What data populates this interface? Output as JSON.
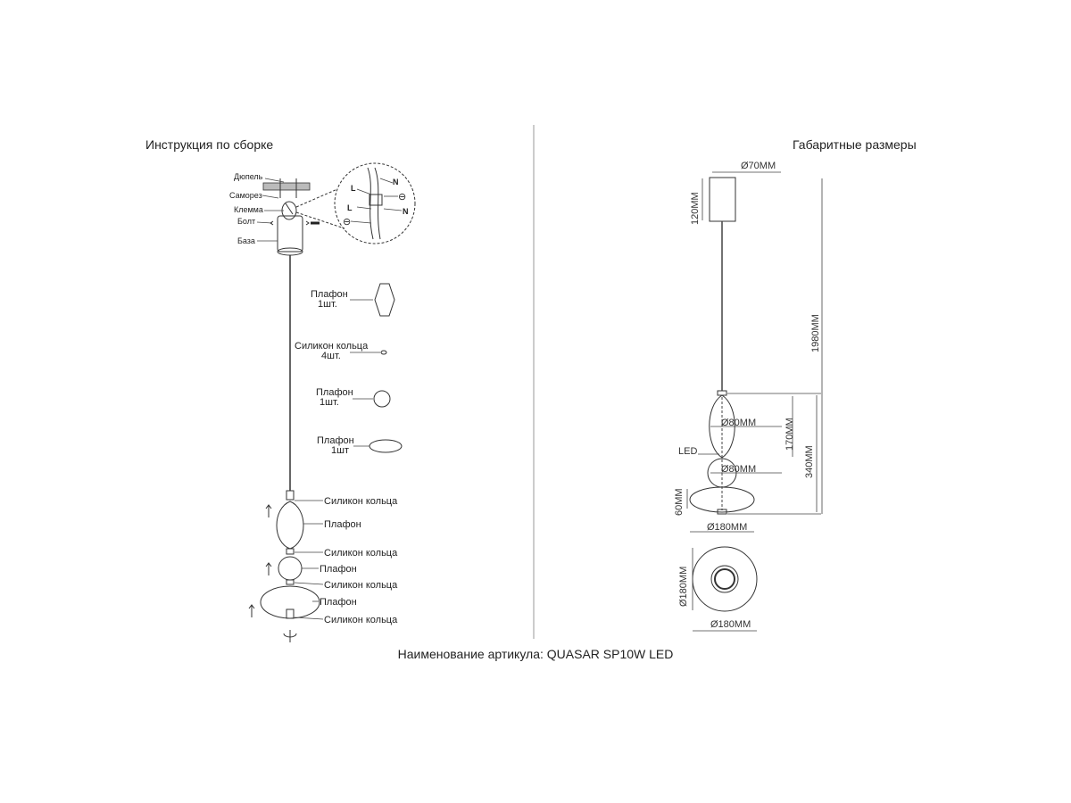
{
  "left": {
    "title": "Инструкция по сборке",
    "mount_labels": [
      "Дюпель",
      "Саморез",
      "Клемма",
      "Болт",
      "База"
    ],
    "wire_labels": {
      "n": "N",
      "l": "L",
      "ground": "⊖"
    },
    "parts": [
      {
        "name": "Плафон",
        "qty": "1шт."
      },
      {
        "name": "Силикон кольца",
        "qty": "4шт."
      },
      {
        "name": "Плафон",
        "qty": "1шт."
      },
      {
        "name": "Плафон",
        "qty": "1шт"
      }
    ],
    "assembly_labels": [
      "Силикон кольца",
      "Плафон",
      "Силикон кольца",
      "Плафон",
      "Силикон кольца",
      "Плафон",
      "Силикон кольца"
    ]
  },
  "right": {
    "title": "Габаритные размеры",
    "dims": {
      "base_diameter": "Ø70MM",
      "base_height": "120MM",
      "total_height": "1980MM",
      "shade1_diameter": "Ø80MM",
      "shade1_height": "170MM",
      "led": "LED",
      "body_height": "340MM",
      "shade2_diameter": "Ø80MM",
      "disc_height": "60MM",
      "disc_diameter": "Ø180MM",
      "top_view_diameter_v": "Ø180MM",
      "top_view_diameter_h": "Ø180MM"
    }
  },
  "footer": {
    "article": "Наименование артикула: QUASAR SP10W LED"
  }
}
